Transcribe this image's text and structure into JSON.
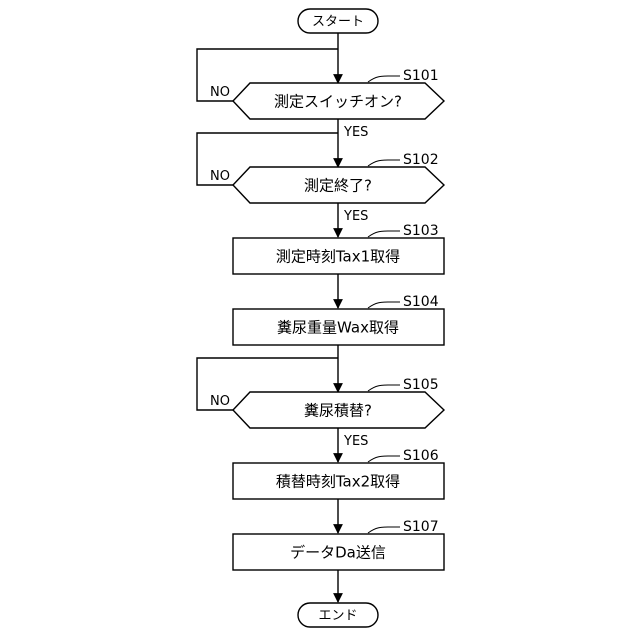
{
  "flowchart": {
    "start_label": "スタート",
    "end_label": "エンド",
    "yes_label": "YES",
    "no_label": "NO",
    "steps": [
      {
        "id": "S101",
        "type": "decision",
        "text": "測定スイッチオン?"
      },
      {
        "id": "S102",
        "type": "decision",
        "text": "測定終了?"
      },
      {
        "id": "S103",
        "type": "process",
        "text": "測定時刻Tax1取得"
      },
      {
        "id": "S104",
        "type": "process",
        "text": "糞尿重量Wax取得"
      },
      {
        "id": "S105",
        "type": "decision",
        "text": "糞尿積替?"
      },
      {
        "id": "S106",
        "type": "process",
        "text": "積替時刻Tax2取得"
      },
      {
        "id": "S107",
        "type": "process",
        "text": "データDa送信"
      }
    ]
  }
}
